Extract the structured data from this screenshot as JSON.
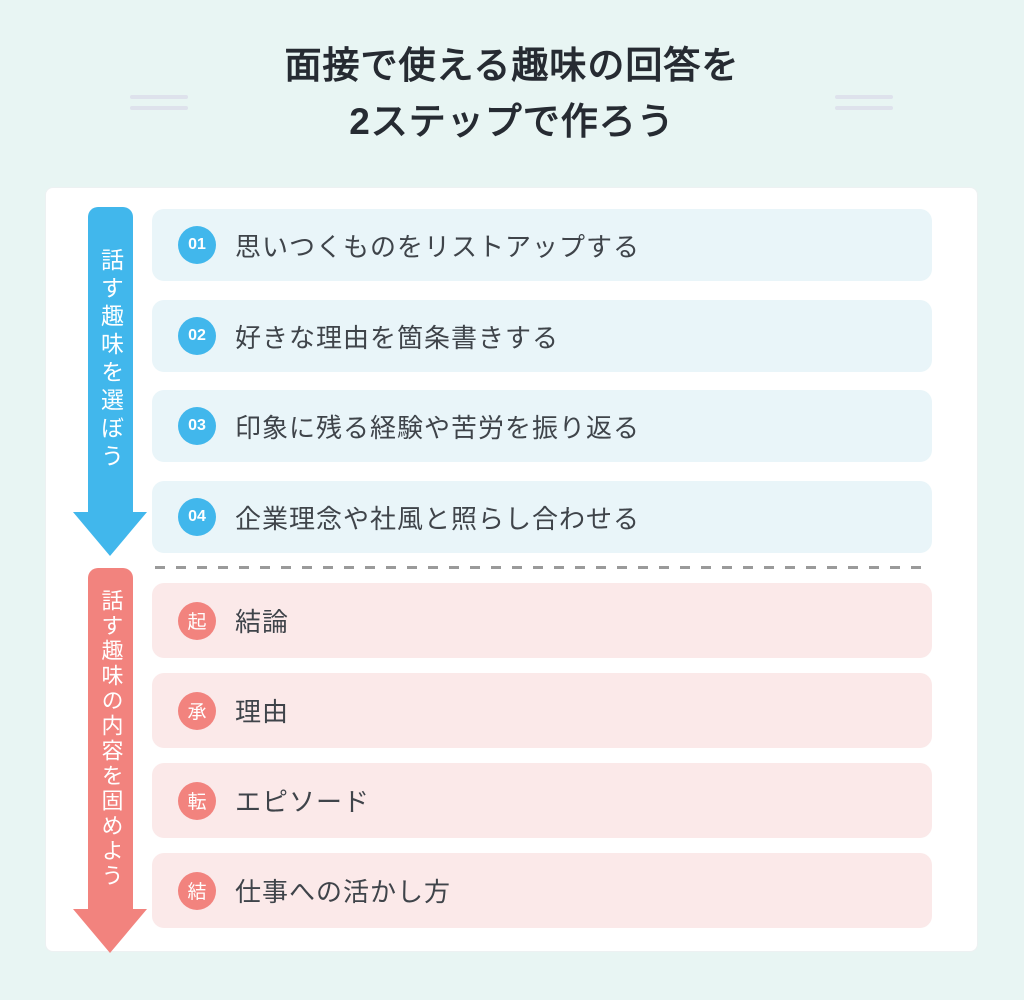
{
  "page": {
    "title_line1": "面接で使える趣味の回答を",
    "title_line2": "2ステップで作ろう"
  },
  "colors": {
    "background": "#e8f5f3",
    "card": "#ffffff",
    "step1_accent": "#41b7ec",
    "step1_item_bg": "#e9f5f9",
    "step2_accent": "#f2837e",
    "step2_item_bg": "#fbe9e9",
    "title_text": "#262b32",
    "item_text": "#3f444a",
    "divider": "#9a9a9a"
  },
  "steps": [
    {
      "arrow_label": "話す趣味を選ぼう",
      "items": [
        {
          "badge": "01",
          "text": "思いつくものをリストアップする"
        },
        {
          "badge": "02",
          "text": "好きな理由を箇条書きする"
        },
        {
          "badge": "03",
          "text": "印象に残る経験や苦労を振り返る"
        },
        {
          "badge": "04",
          "text": "企業理念や社風と照らし合わせる"
        }
      ]
    },
    {
      "arrow_label": "話す趣味の内容を固めよう",
      "items": [
        {
          "badge": "起",
          "text": "結論"
        },
        {
          "badge": "承",
          "text": "理由"
        },
        {
          "badge": "転",
          "text": "エピソード"
        },
        {
          "badge": "結",
          "text": "仕事への活かし方"
        }
      ]
    }
  ]
}
